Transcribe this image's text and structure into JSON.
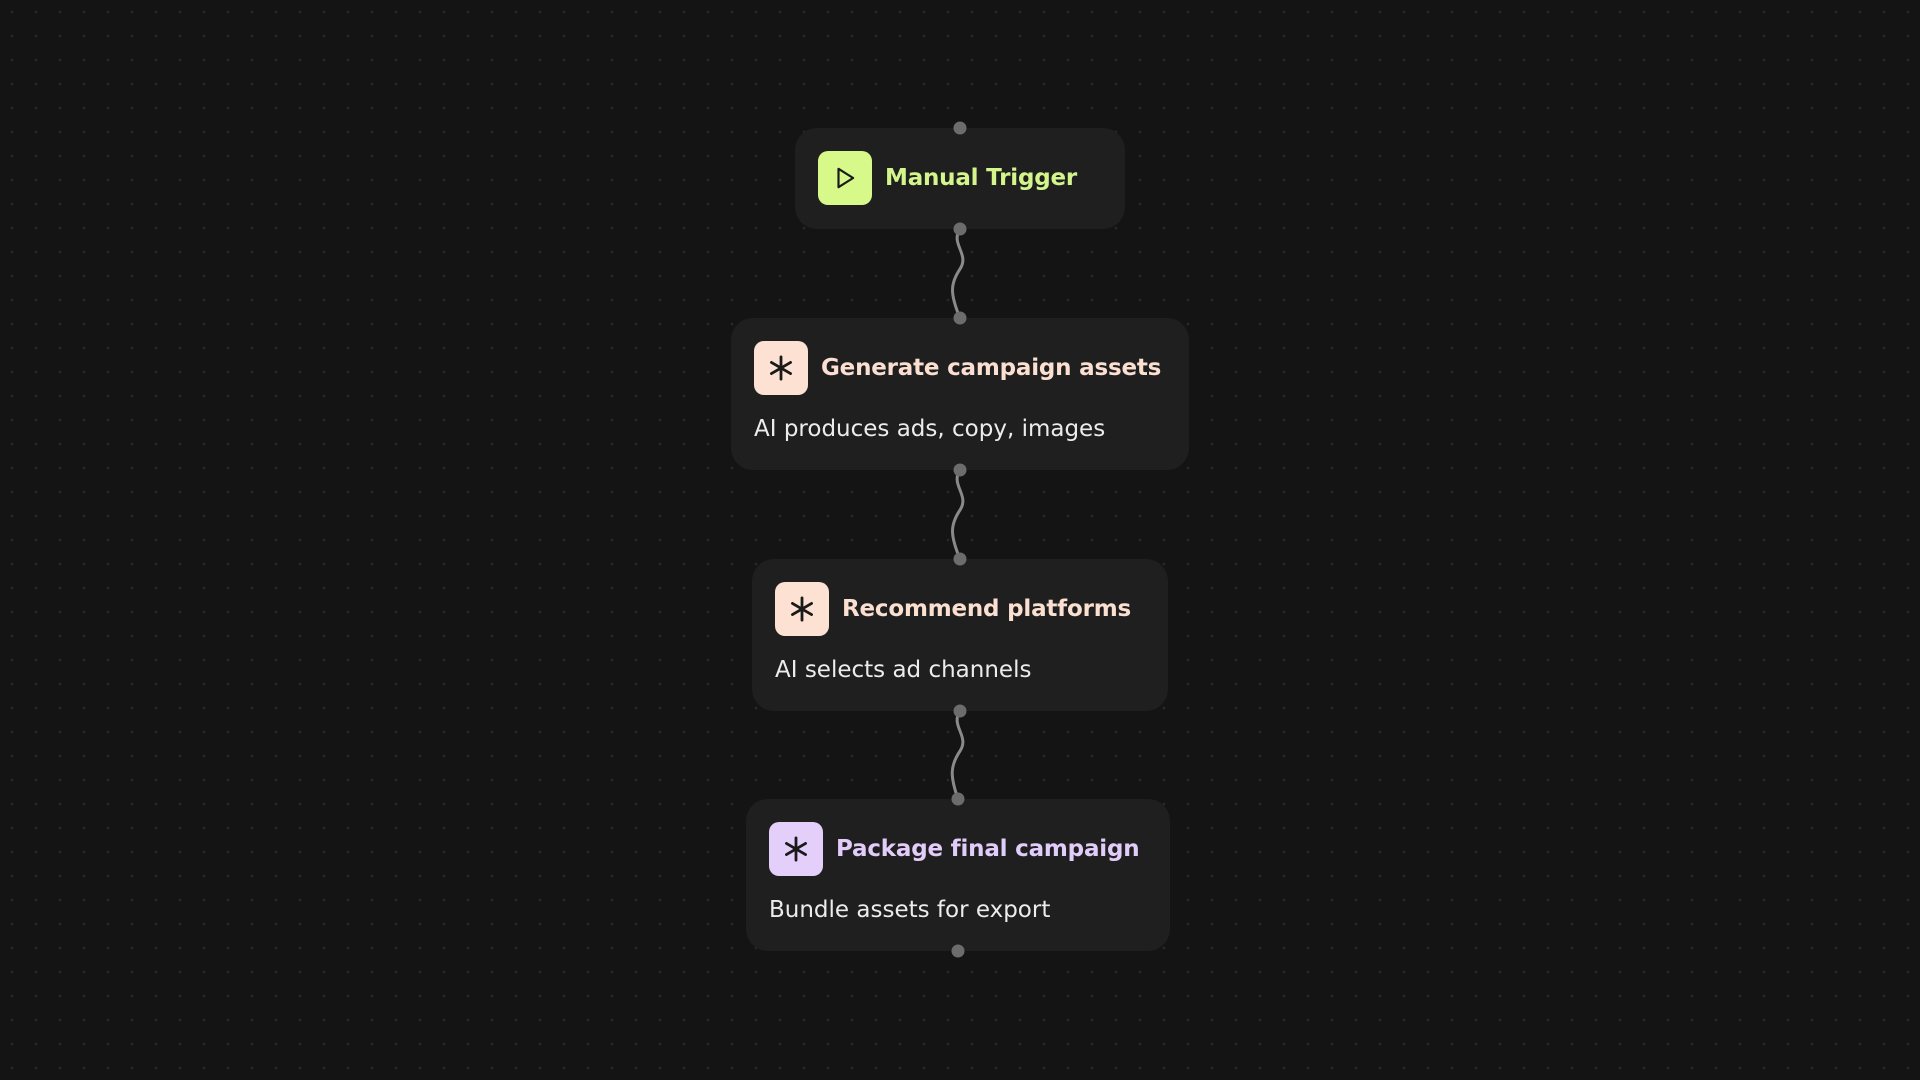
{
  "nodes": [
    {
      "id": "manual-trigger",
      "title": "Manual Trigger",
      "description": "",
      "icon": "play-icon",
      "icon_bg": "#d6f98a",
      "title_color": "#d3f58c"
    },
    {
      "id": "generate-campaign-assets",
      "title": "Generate campaign assets",
      "description": "AI produces ads, copy, images",
      "icon": "asterisk-icon",
      "icon_bg": "#fde2d4",
      "title_color": "#fbe0d2"
    },
    {
      "id": "recommend-platforms",
      "title": "Recommend platforms",
      "description": "AI selects ad channels",
      "icon": "asterisk-icon",
      "icon_bg": "#fde2d4",
      "title_color": "#fbe0d2"
    },
    {
      "id": "package-final-campaign",
      "title": "Package final campaign",
      "description": "Bundle assets for export",
      "icon": "asterisk-icon",
      "icon_bg": "#e3cffa",
      "title_color": "#e2cdfa"
    }
  ],
  "colors": {
    "canvas_bg": "#141414",
    "node_bg": "#1f1f1f",
    "port": "#6c6c6c",
    "wire": "#8a8a8a"
  }
}
